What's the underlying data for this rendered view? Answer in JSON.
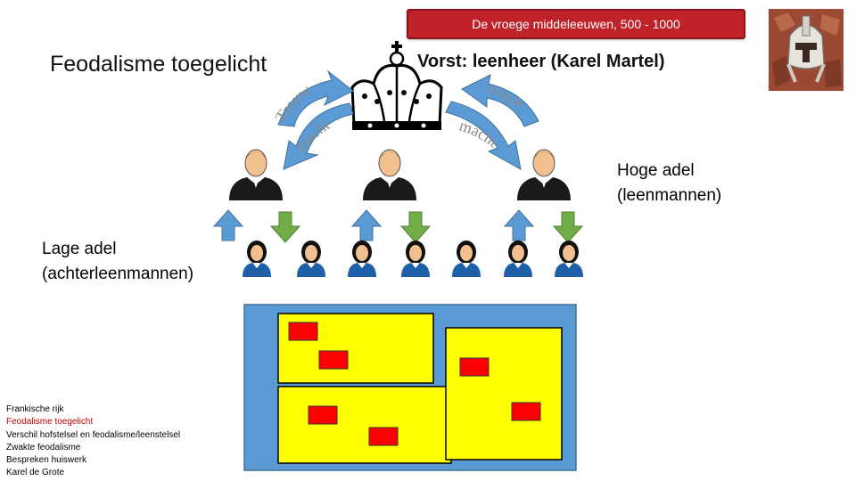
{
  "header": {
    "banner_text": "De vroege middeleeuwen, 500 - 1000"
  },
  "slide": {
    "title": "Feodalisme toegelicht",
    "vorst_label": "Vorst: leenheer (Karel Martel)",
    "hoge_adel": [
      "Hoge adel",
      "(leenmannen)"
    ],
    "lage_adel": [
      "Lage adel",
      "(achterleenmannen)"
    ],
    "arrow_labels": {
      "left_trouw": "Trouw",
      "left_macht": "macht",
      "right_trouw": "trouw",
      "right_macht": "macht"
    }
  },
  "nav": {
    "items": [
      "Frankische rijk",
      "Feodalisme toegelicht",
      "Verschil hofstelsel en feodalisme/leenstelsel",
      "Zwakte feodalisme",
      "Bespreken huiswerk",
      "Karel de Grote"
    ],
    "active_index": 1
  },
  "colors": {
    "banner": "#c0222a",
    "active_nav": "#c00000",
    "arrow_up": "#5b9bd5",
    "arrow_down": "#70ad47",
    "land": "#5b9bd5",
    "fief": "#ffff00",
    "manor": "#ff0000"
  },
  "icons": {
    "crown": "crown-icon",
    "person": "person-icon",
    "helmet": "helmet-thumbnail"
  }
}
